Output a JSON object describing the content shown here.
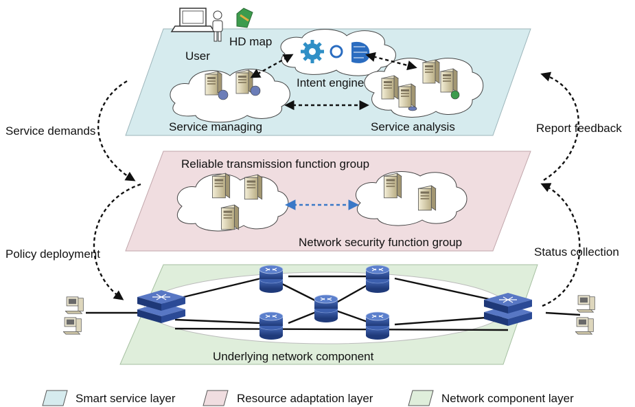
{
  "layers": {
    "smart_service": {
      "user_label": "User",
      "hd_map_label": "HD map",
      "intent_engine_label": "Intent engine",
      "service_managing_label": "Service managing",
      "service_analysis_label": "Service analysis",
      "fill": "#d6ebee"
    },
    "resource_adaptation": {
      "reliable_label": "Reliable transmission function group",
      "security_label": "Network security function group",
      "fill": "#f0dde0"
    },
    "network_component": {
      "underlying_label": "Underlying network component",
      "fill": "#dfeedb"
    }
  },
  "arrows": {
    "service_demands": "Service demands",
    "policy_deployment": "Policy deployment",
    "report_feedback": "Report feedback",
    "status_collection": "Status collection"
  },
  "legend": [
    {
      "label": "Smart service layer",
      "color": "#d6ebee"
    },
    {
      "label": "Resource adaptation layer",
      "color": "#f0dde0"
    },
    {
      "label": "Network component layer",
      "color": "#dfeedb"
    }
  ],
  "colors": {
    "switch": "#2e4f9a",
    "link": "#111111",
    "dashed_arrow": "#111111",
    "blue_arrow": "#3a78c7"
  },
  "icons": [
    "laptop-icon",
    "user-icon",
    "map-icon",
    "gear-icon",
    "sync-icon",
    "brain-icon",
    "server-icon",
    "database-icon",
    "globe-icon",
    "switch-icon",
    "router-icon",
    "computer-icon"
  ]
}
